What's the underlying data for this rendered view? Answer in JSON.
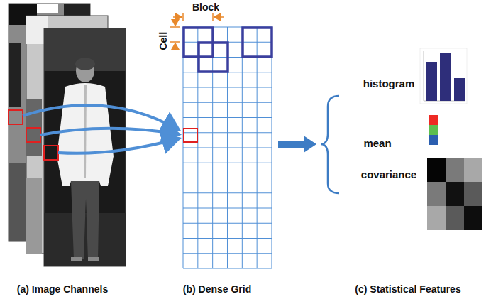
{
  "diagram": {
    "labels": [
      "Block",
      "Cell",
      "histogram",
      "mean",
      "covariance",
      "(a) Image Channels",
      "(b) Dense Grid",
      "(c) Statistical Features"
    ]
  }
}
